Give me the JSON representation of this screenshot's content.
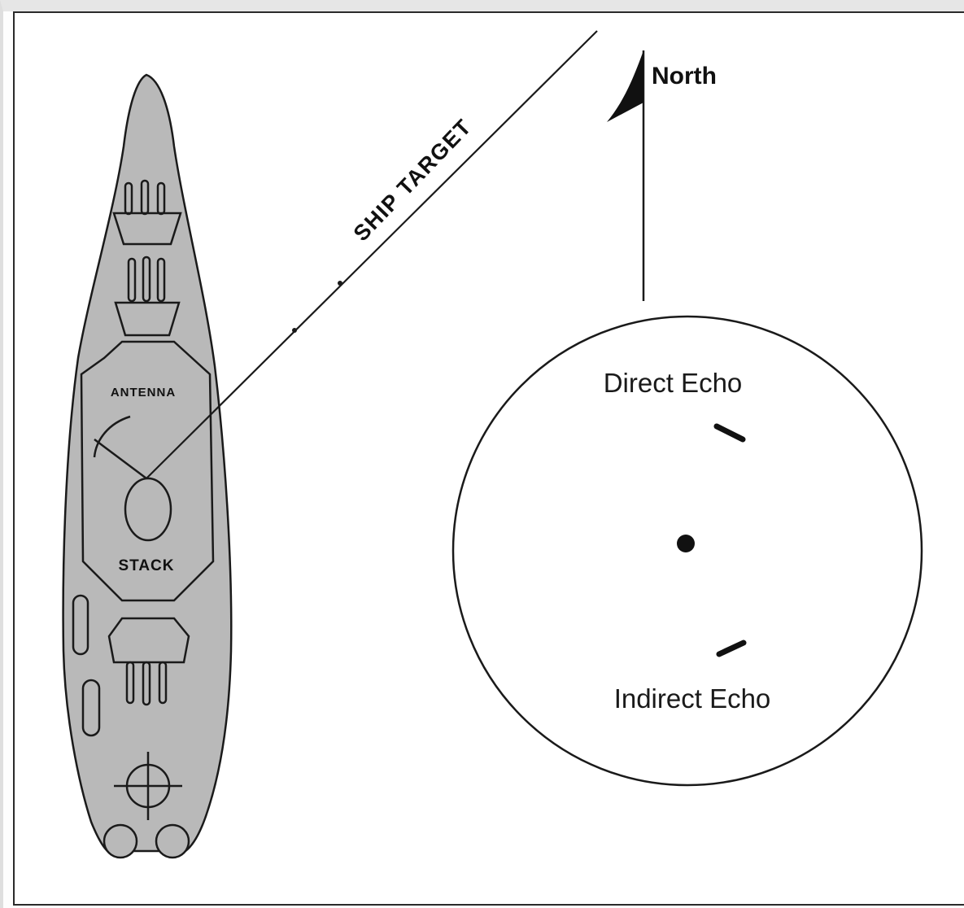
{
  "labels": {
    "north": "North",
    "ship_target": "SHIP TARGET",
    "antenna": "ANTENNA",
    "stack": "STACK",
    "direct_echo": "Direct Echo",
    "indirect_echo": "Indirect Echo"
  },
  "colors": {
    "hull_fill": "#b9b9b9",
    "line": "#1a1a1a",
    "background": "#ffffff"
  },
  "icons": {
    "north_marker": "north-flag-icon",
    "gun_sight": "crosshair-icon"
  }
}
